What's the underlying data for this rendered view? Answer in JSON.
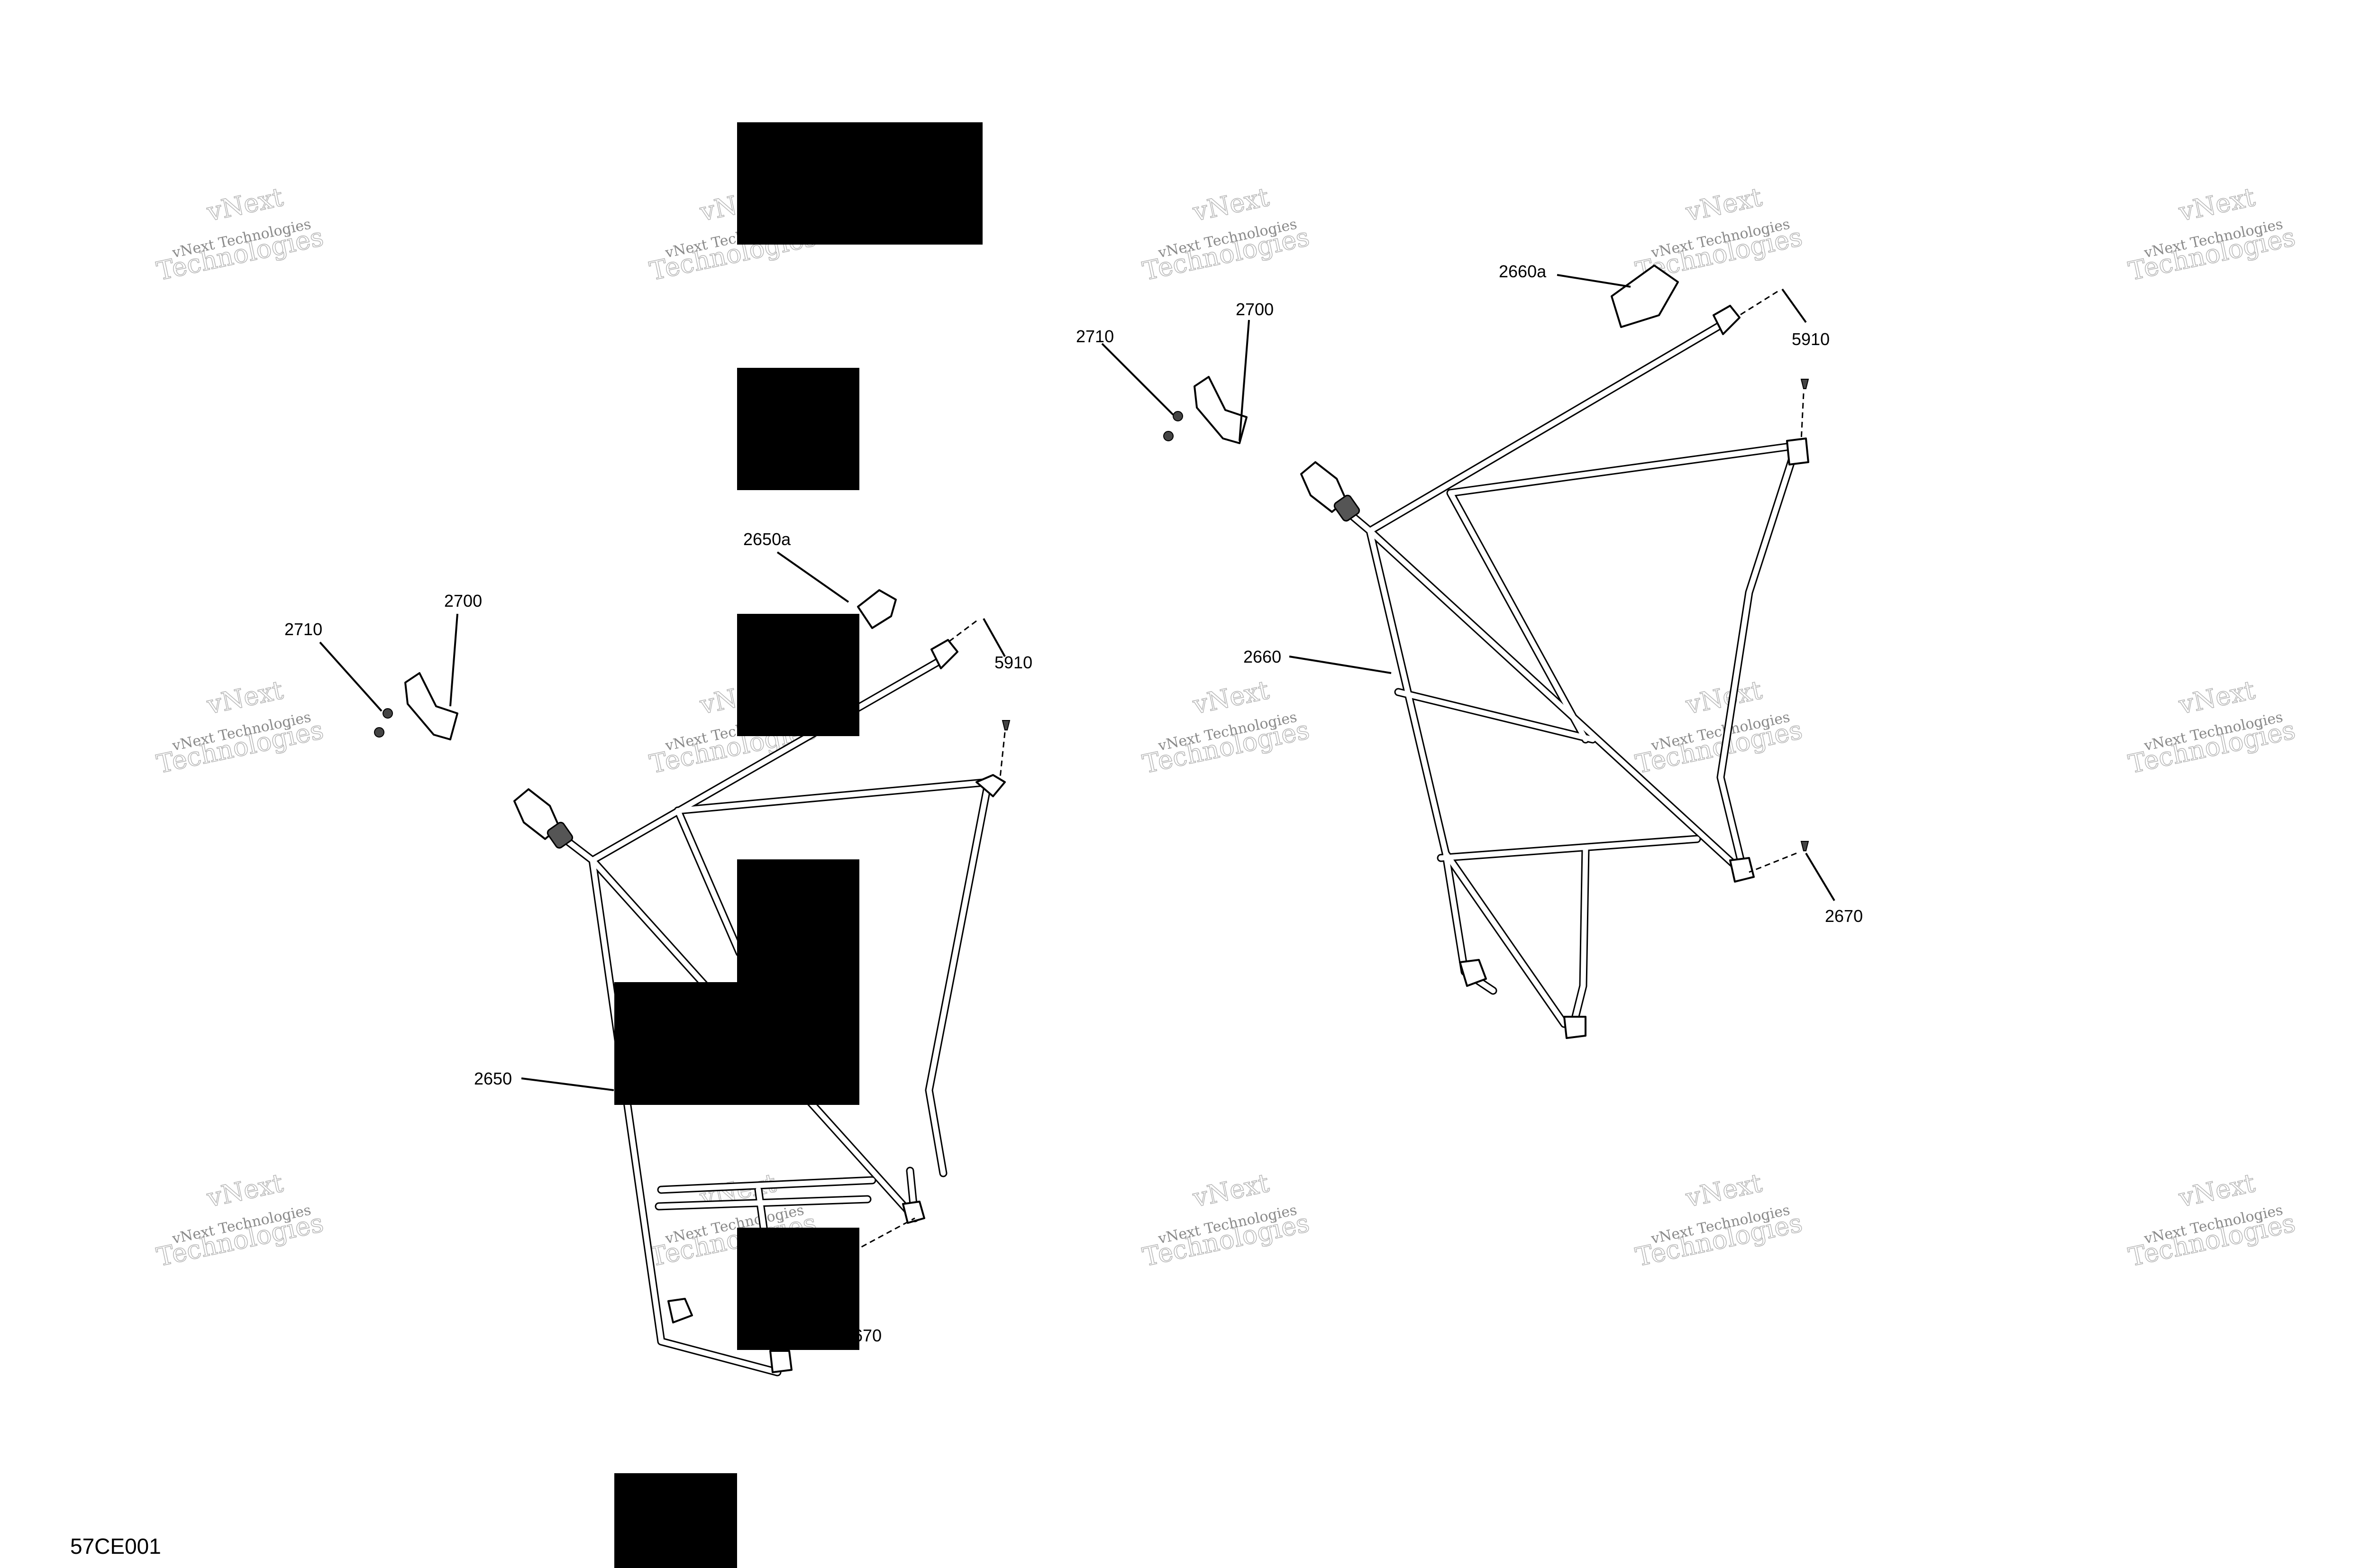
{
  "figure_id": "57CE001",
  "watermark": {
    "line1": "vNext Technologies",
    "line2": "Technologies",
    "big_line1": "vNext"
  },
  "left_assembly": {
    "labels": {
      "rail": "2650",
      "rail_tab": "2650a",
      "bracket": "2700",
      "screw": "2710",
      "fastener_top": "5910",
      "fastener_bottom": "2670"
    }
  },
  "right_assembly": {
    "labels": {
      "rail": "2660",
      "rail_tab": "2660a",
      "bracket": "2700",
      "screw": "2710",
      "fastener_top": "5910",
      "fastener_bottom": "2670"
    }
  },
  "colors": {
    "line": "#000000",
    "watermark": "#8a8a8a",
    "redaction": "#000000"
  }
}
